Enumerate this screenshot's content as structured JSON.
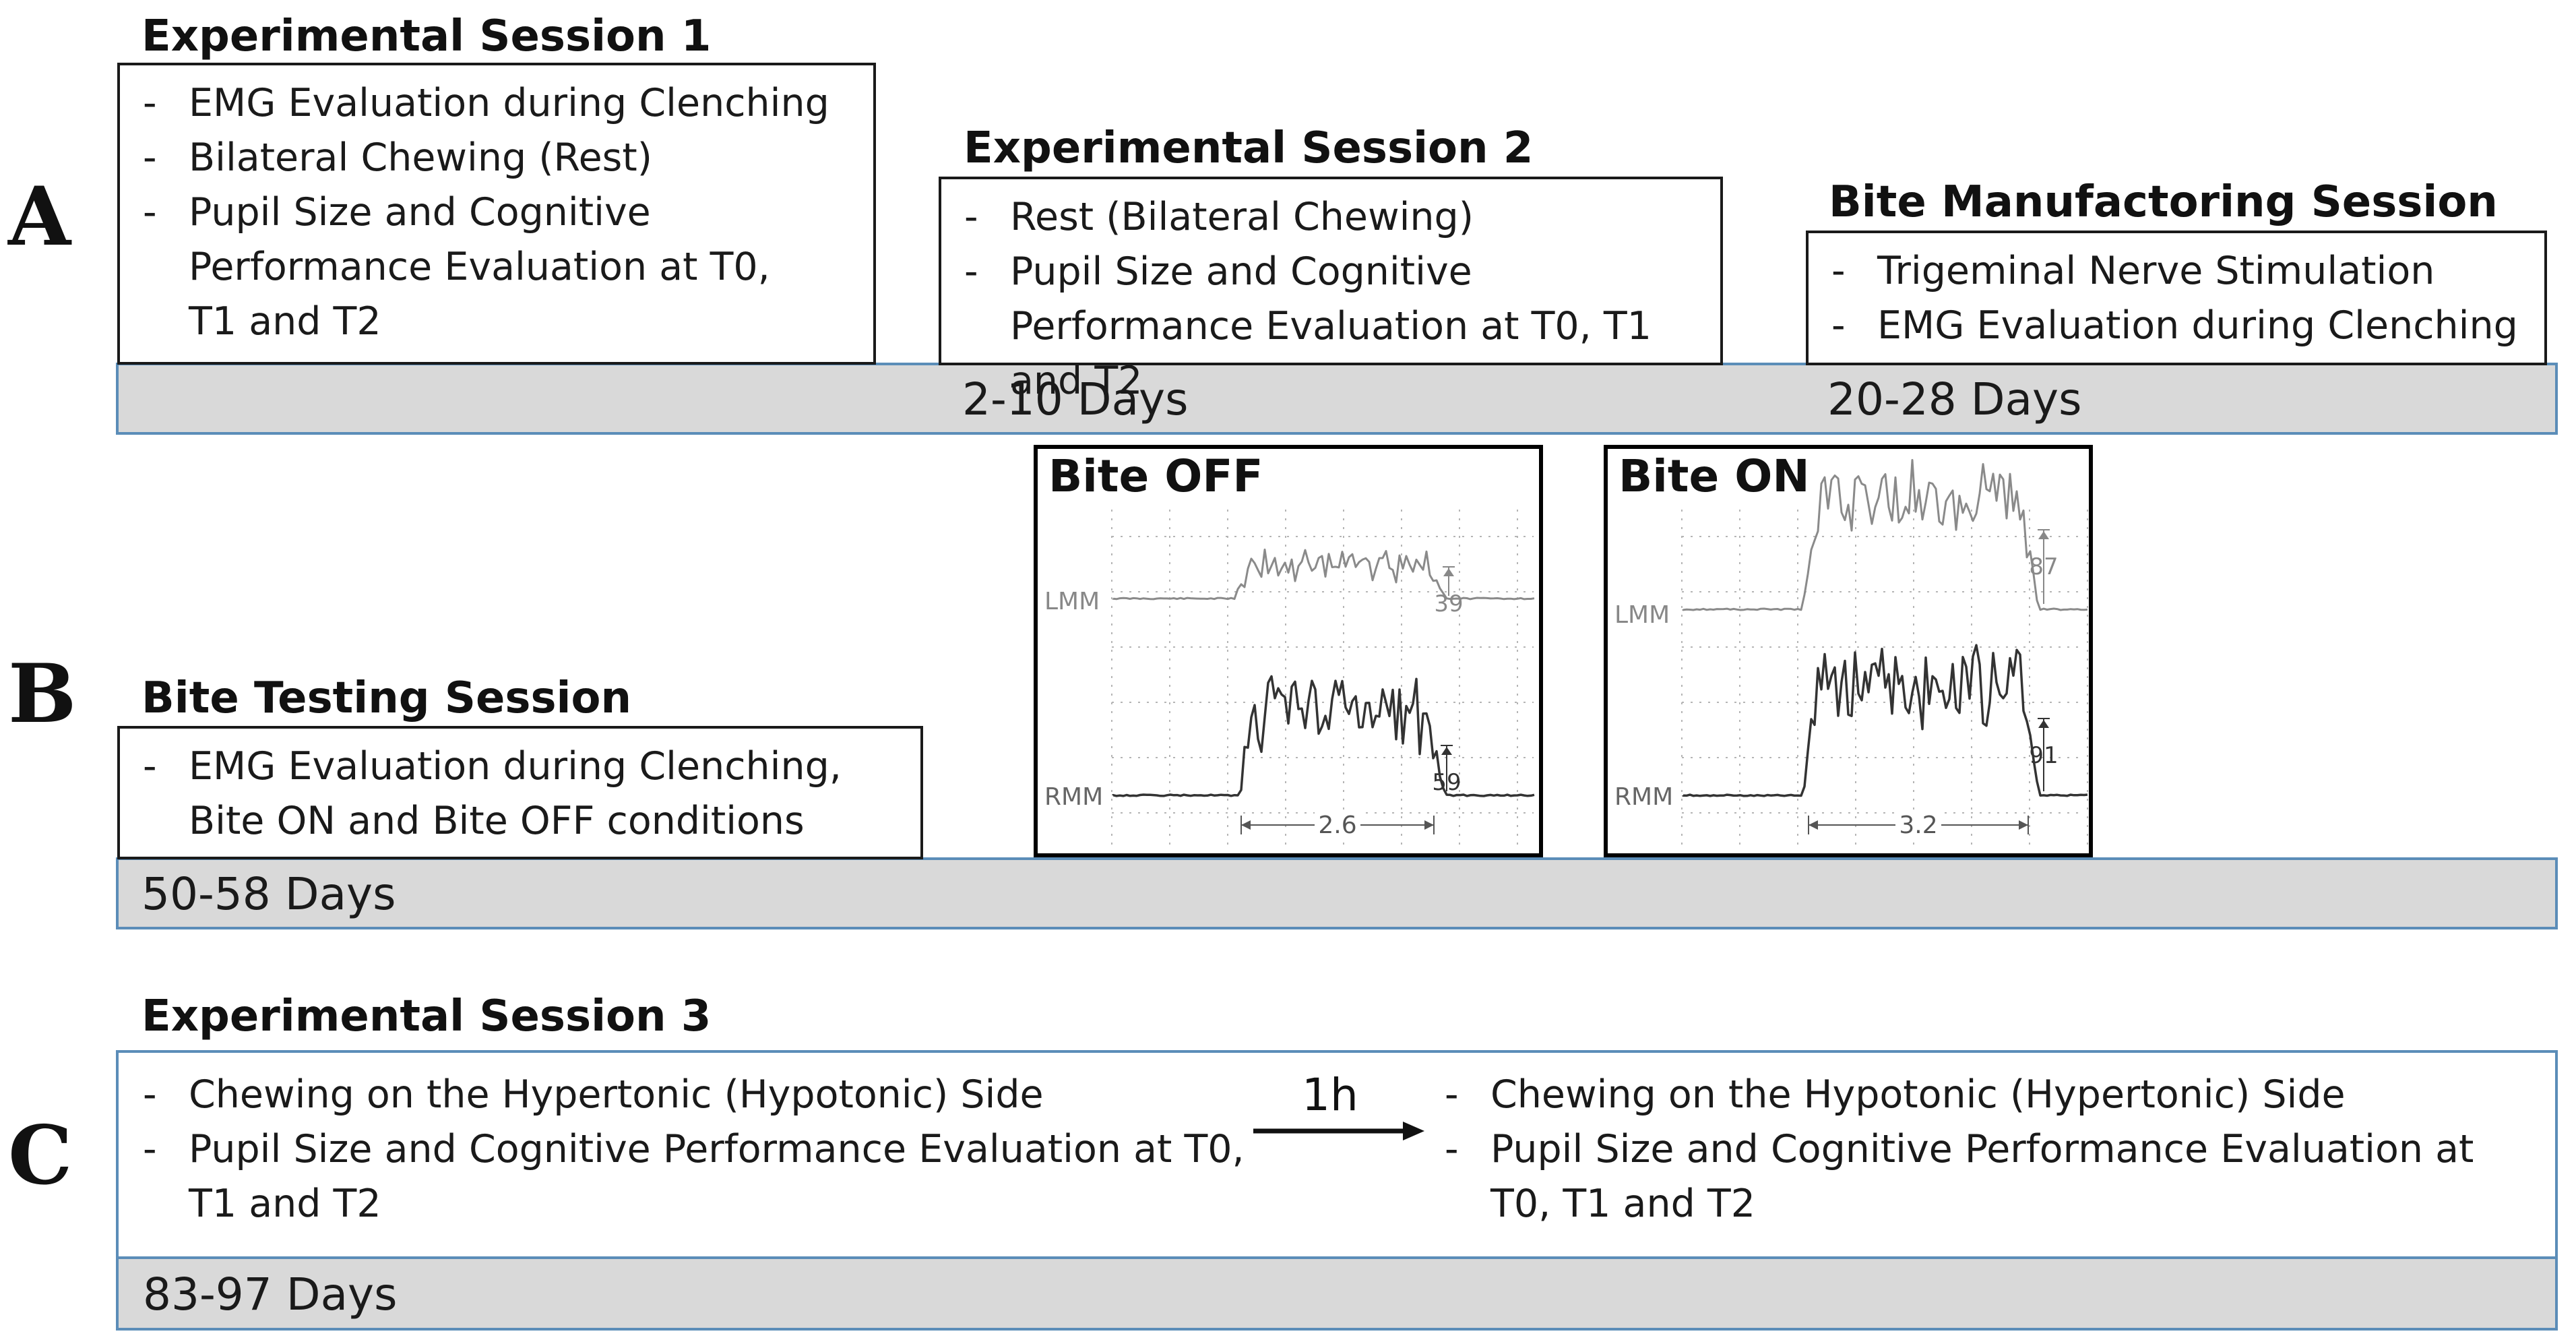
{
  "panel_a": {
    "letter": "A",
    "session1": {
      "title": "Experimental Session 1",
      "items": [
        "EMG Evaluation during Clenching",
        "Bilateral Chewing (Rest)",
        "Pupil Size and Cognitive Performance Evaluation at T0, T1 and T2"
      ]
    },
    "session2": {
      "title": "Experimental Session 2",
      "items": [
        "Rest (Bilateral Chewing)",
        "Pupil Size and Cognitive Performance Evaluation at T0, T1 and T2"
      ]
    },
    "bite_manufacturing": {
      "title": "Bite Manufactoring Session",
      "items": [
        "Trigeminal Nerve Stimulation",
        "EMG Evaluation during Clenching"
      ]
    },
    "timeline": {
      "label_1": "2-10 Days",
      "label_2": "20-28 Days"
    }
  },
  "panel_b": {
    "letter": "B",
    "bite_testing": {
      "title": "Bite Testing Session",
      "items": [
        "EMG Evaluation during Clenching, Bite ON and Bite OFF conditions"
      ]
    },
    "timeline": {
      "label": "50-58 Days"
    },
    "emg_off": {
      "title": "Bite OFF",
      "lmm_label": "LMM",
      "rmm_label": "RMM",
      "lmm_peak": "39",
      "rmm_peak": "59",
      "duration": "2.6"
    },
    "emg_on": {
      "title": "Bite ON",
      "lmm_label": "LMM",
      "rmm_label": "RMM",
      "lmm_peak": "87",
      "rmm_peak": "91",
      "duration": "3.2"
    }
  },
  "panel_c": {
    "letter": "C",
    "session3": {
      "title": "Experimental Session 3",
      "items_left": [
        "Chewing on the Hypertonic (Hypotonic) Side",
        "Pupil Size and Cognitive Performance Evaluation at T0, T1 and T2"
      ],
      "arrow_label": "1h",
      "items_right": [
        "Chewing on the Hypotonic (Hypertonic) Side",
        "Pupil Size and Cognitive Performance Evaluation at T0, T1 and T2"
      ]
    },
    "timeline": {
      "label": "83-97 Days"
    }
  },
  "colors": {
    "bar_fill": "#d9d9d9",
    "bar_border": "#5b8db8",
    "box_border": "#1a1a1a",
    "trace_light": "#8a8a8a",
    "trace_dark": "#333333"
  }
}
